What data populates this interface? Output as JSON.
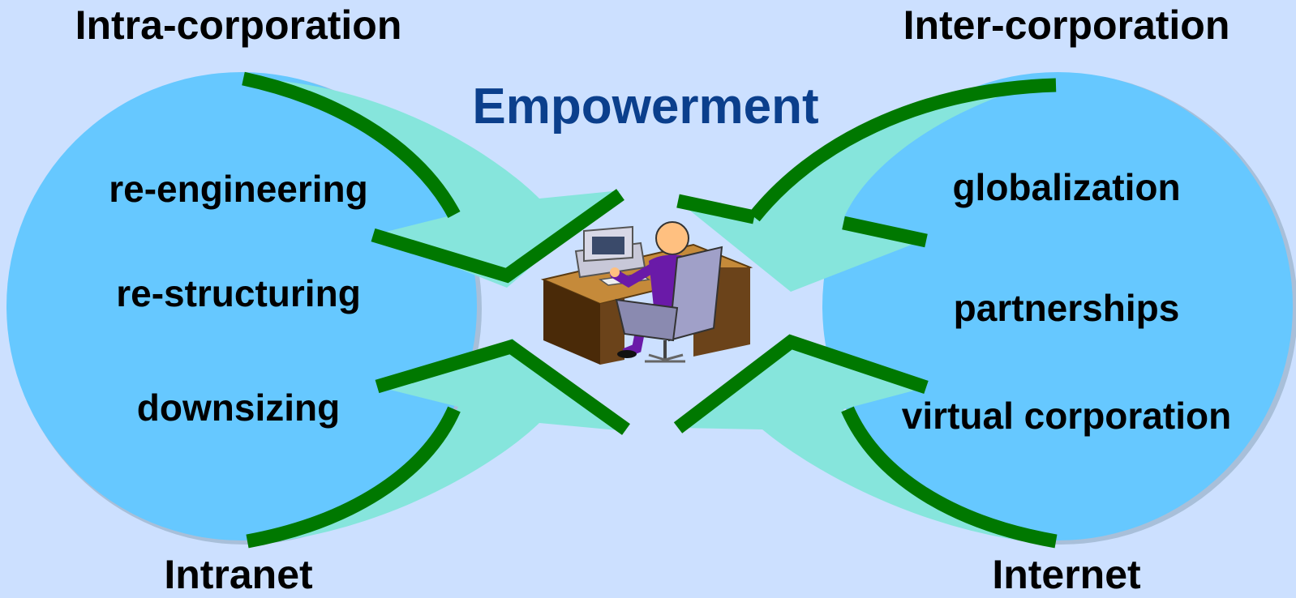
{
  "diagram": {
    "left_header": "Intra-corporation",
    "right_header": "Inter-corporation",
    "center_title": "Empowerment",
    "left_footer": "Intranet",
    "right_footer": "Internet",
    "left_items": [
      "re-engineering",
      "re-structuring",
      "downsizing"
    ],
    "right_items": [
      "globalization",
      "partnerships",
      "virtual corporation"
    ],
    "center_icon": "person-at-computer-desk-icon"
  },
  "colors": {
    "background": "#cce0ff",
    "circle_fill": "#66c8ff",
    "arrow_fill": "#86e5dc",
    "arrow_edge": "#007800",
    "title": "#0b3f8c",
    "text": "#000000"
  }
}
